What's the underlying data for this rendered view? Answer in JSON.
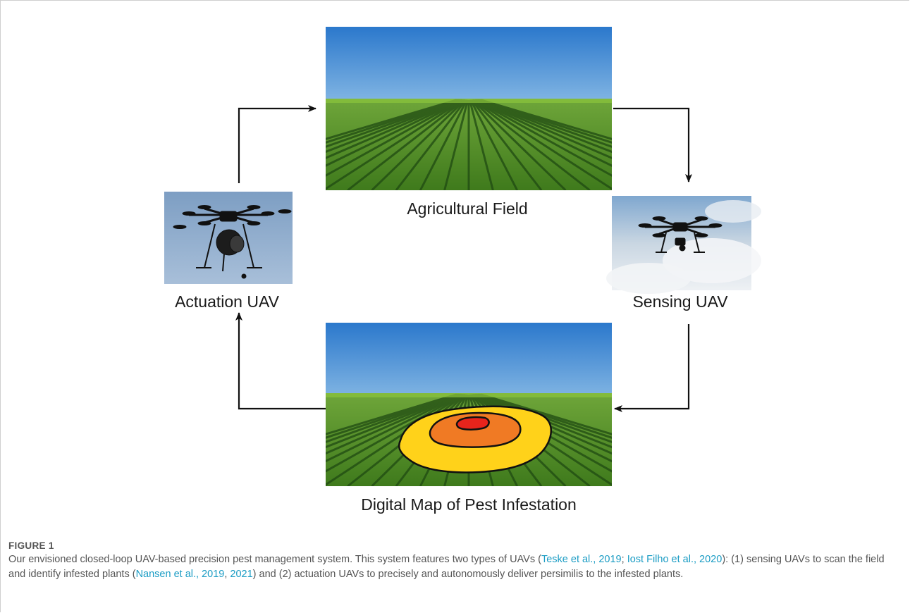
{
  "diagram": {
    "nodes": {
      "field": {
        "label": "Agricultural Field"
      },
      "sensing": {
        "label": "Sensing UAV"
      },
      "map": {
        "label": "Digital Map of Pest Infestation"
      },
      "actuation": {
        "label": "Actuation UAV"
      }
    },
    "edges": [
      {
        "from": "actuation",
        "to": "field"
      },
      {
        "from": "field",
        "to": "sensing"
      },
      {
        "from": "sensing",
        "to": "map"
      },
      {
        "from": "map",
        "to": "actuation"
      }
    ]
  },
  "figure": {
    "label": "FIGURE 1",
    "caption": {
      "t1": "Our envisioned closed-loop UAV-based precision pest management system. This system features two types of UAVs (",
      "c1": "Teske et al., 2019",
      "t2": "; ",
      "c2": "Iost Filho et al., 2020",
      "t3": "): (1) sensing UAVs to scan the field and identify infested plants (",
      "c3": "Nansen et al., 2019",
      "t4": ", ",
      "c4": "2021",
      "t5": ") and (2) actuation UAVs to precisely and autonomously deliver persimilis to the infested plants."
    }
  },
  "colors": {
    "sky_top": "#2f7fd0",
    "sky_bottom": "#eef6fb",
    "crop_light": "#8cc43c",
    "crop_dark": "#1f4a12",
    "zone_outer": "#ffd21a",
    "zone_middle": "#f07a24",
    "zone_inner": "#e8241c",
    "link": "#1a9cc4"
  }
}
